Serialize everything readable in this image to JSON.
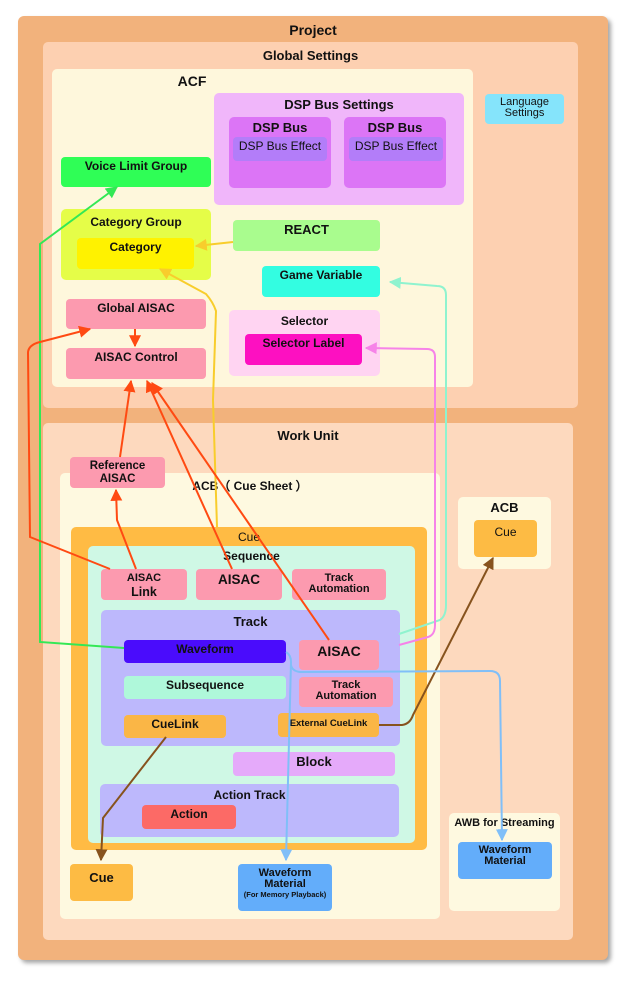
{
  "project": {
    "label": "Project"
  },
  "global_settings": {
    "label": "Global Settings",
    "language_settings": {
      "line1": "Language",
      "line2": "Settings"
    },
    "acf": {
      "label": "ACF",
      "dsp_bus_settings": {
        "label": "DSP Bus Settings",
        "buses": [
          {
            "label": "DSP Bus",
            "effect": "DSP Bus Effect"
          },
          {
            "label": "DSP Bus",
            "effect": "DSP Bus Effect"
          }
        ]
      },
      "voice_limit_group": "Voice Limit Group",
      "category_group": {
        "label": "Category Group",
        "category": "Category"
      },
      "react": "REACT",
      "game_variable": "Game Variable",
      "global_aisac": "Global AISAC",
      "aisac_control": "AISAC Control",
      "selector": {
        "label": "Selector",
        "selector_label": "Selector Label"
      }
    }
  },
  "work_unit": {
    "label": "Work Unit",
    "reference_aisac": {
      "line1": "Reference",
      "line2": "AISAC"
    },
    "acb_cue_sheet": {
      "label": "ACB（ Cue Sheet ）",
      "cue": {
        "label": "Cue",
        "sequence": {
          "label": "Sequence",
          "aisac_link": {
            "line1": "AISAC",
            "line2": "Link"
          },
          "aisac": "AISAC",
          "track_automation": {
            "line1": "Track",
            "line2": "Automation"
          },
          "track": {
            "label": "Track",
            "waveform": "Waveform",
            "aisac": "AISAC",
            "subsequence": "Subsequence",
            "track_automation": {
              "line1": "Track",
              "line2": "Automation"
            },
            "cuelink": "CueLink",
            "external_cuelink": "External CueLink"
          },
          "block": "Block",
          "action_track": {
            "label": "Action Track",
            "action": "Action"
          }
        }
      },
      "standalone_cue": "Cue",
      "waveform_material": {
        "line1": "Waveform",
        "line2": "Material",
        "line3": "(For Memory Playback)"
      }
    },
    "acb": {
      "label": "ACB",
      "cue": "Cue"
    },
    "awb_streaming": {
      "label": "AWB for Streaming",
      "material": {
        "line1": "Waveform",
        "line2": "Material"
      }
    }
  },
  "colors": {
    "aisac_arrow": "#ff4a12",
    "category_arrow": "#f8cd2c",
    "voice_limit_arrow": "#33e855",
    "game_variable_arrow": "#8ff3cf",
    "selector_arrow": "#f683e8",
    "cuelink_arrow": "#87531e",
    "waveform_arrow": "#80bff8"
  }
}
